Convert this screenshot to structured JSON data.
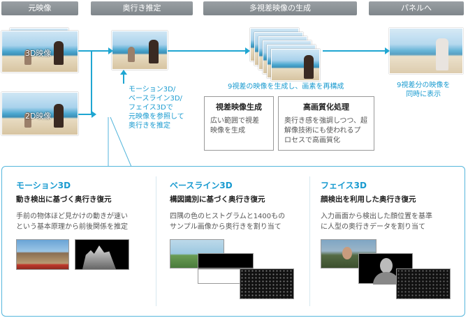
{
  "headers": {
    "source": "元映像",
    "depth": "奥行き推定",
    "multiview": "多視差映像の生成",
    "panel": "パネルへ"
  },
  "source_labels": {
    "img3d": "3D映像",
    "img2d": "2D映像"
  },
  "depth_note": [
    "モーション3D/",
    "ベースライン3D/",
    "フェイス3Dで",
    "元映像を参照して",
    "奥行きを推定"
  ],
  "multiview_note": "9視差の映像を生成し、画素を再構成",
  "panel_note": [
    "9視差分の映像を",
    "同時に表示"
  ],
  "boxes": [
    {
      "title": "視差映像生成",
      "desc": [
        "広い範囲で視差",
        "映像を生成"
      ]
    },
    {
      "title": "高画質化処理",
      "desc": [
        "奥行き感を強調しつつ、超",
        "解像技術にも使われるプ",
        "ロセスで高画質化"
      ]
    }
  ],
  "methods": [
    {
      "title": "モーション3D",
      "subtitle": "動き検出に基づく奥行き復元",
      "desc": [
        "手前の物体ほど見かけの動きが速い",
        "という基本原理から前後関係を推定"
      ]
    },
    {
      "title": "ベースライン3D",
      "subtitle": "構図識別に基づく奥行き復元",
      "desc": [
        "四隅の色のヒストグラムと1400もの",
        "サンプル画像から奥行きを割り当て"
      ]
    },
    {
      "title": "フェイス3D",
      "subtitle": "顔検出を利用した奥行き復元",
      "desc": [
        "入力画面から検出した顔位置を基準",
        "に人型の奥行きデータを割り当て"
      ]
    }
  ],
  "colors": {
    "accent": "#1fa6d2",
    "header": "#868c91"
  }
}
